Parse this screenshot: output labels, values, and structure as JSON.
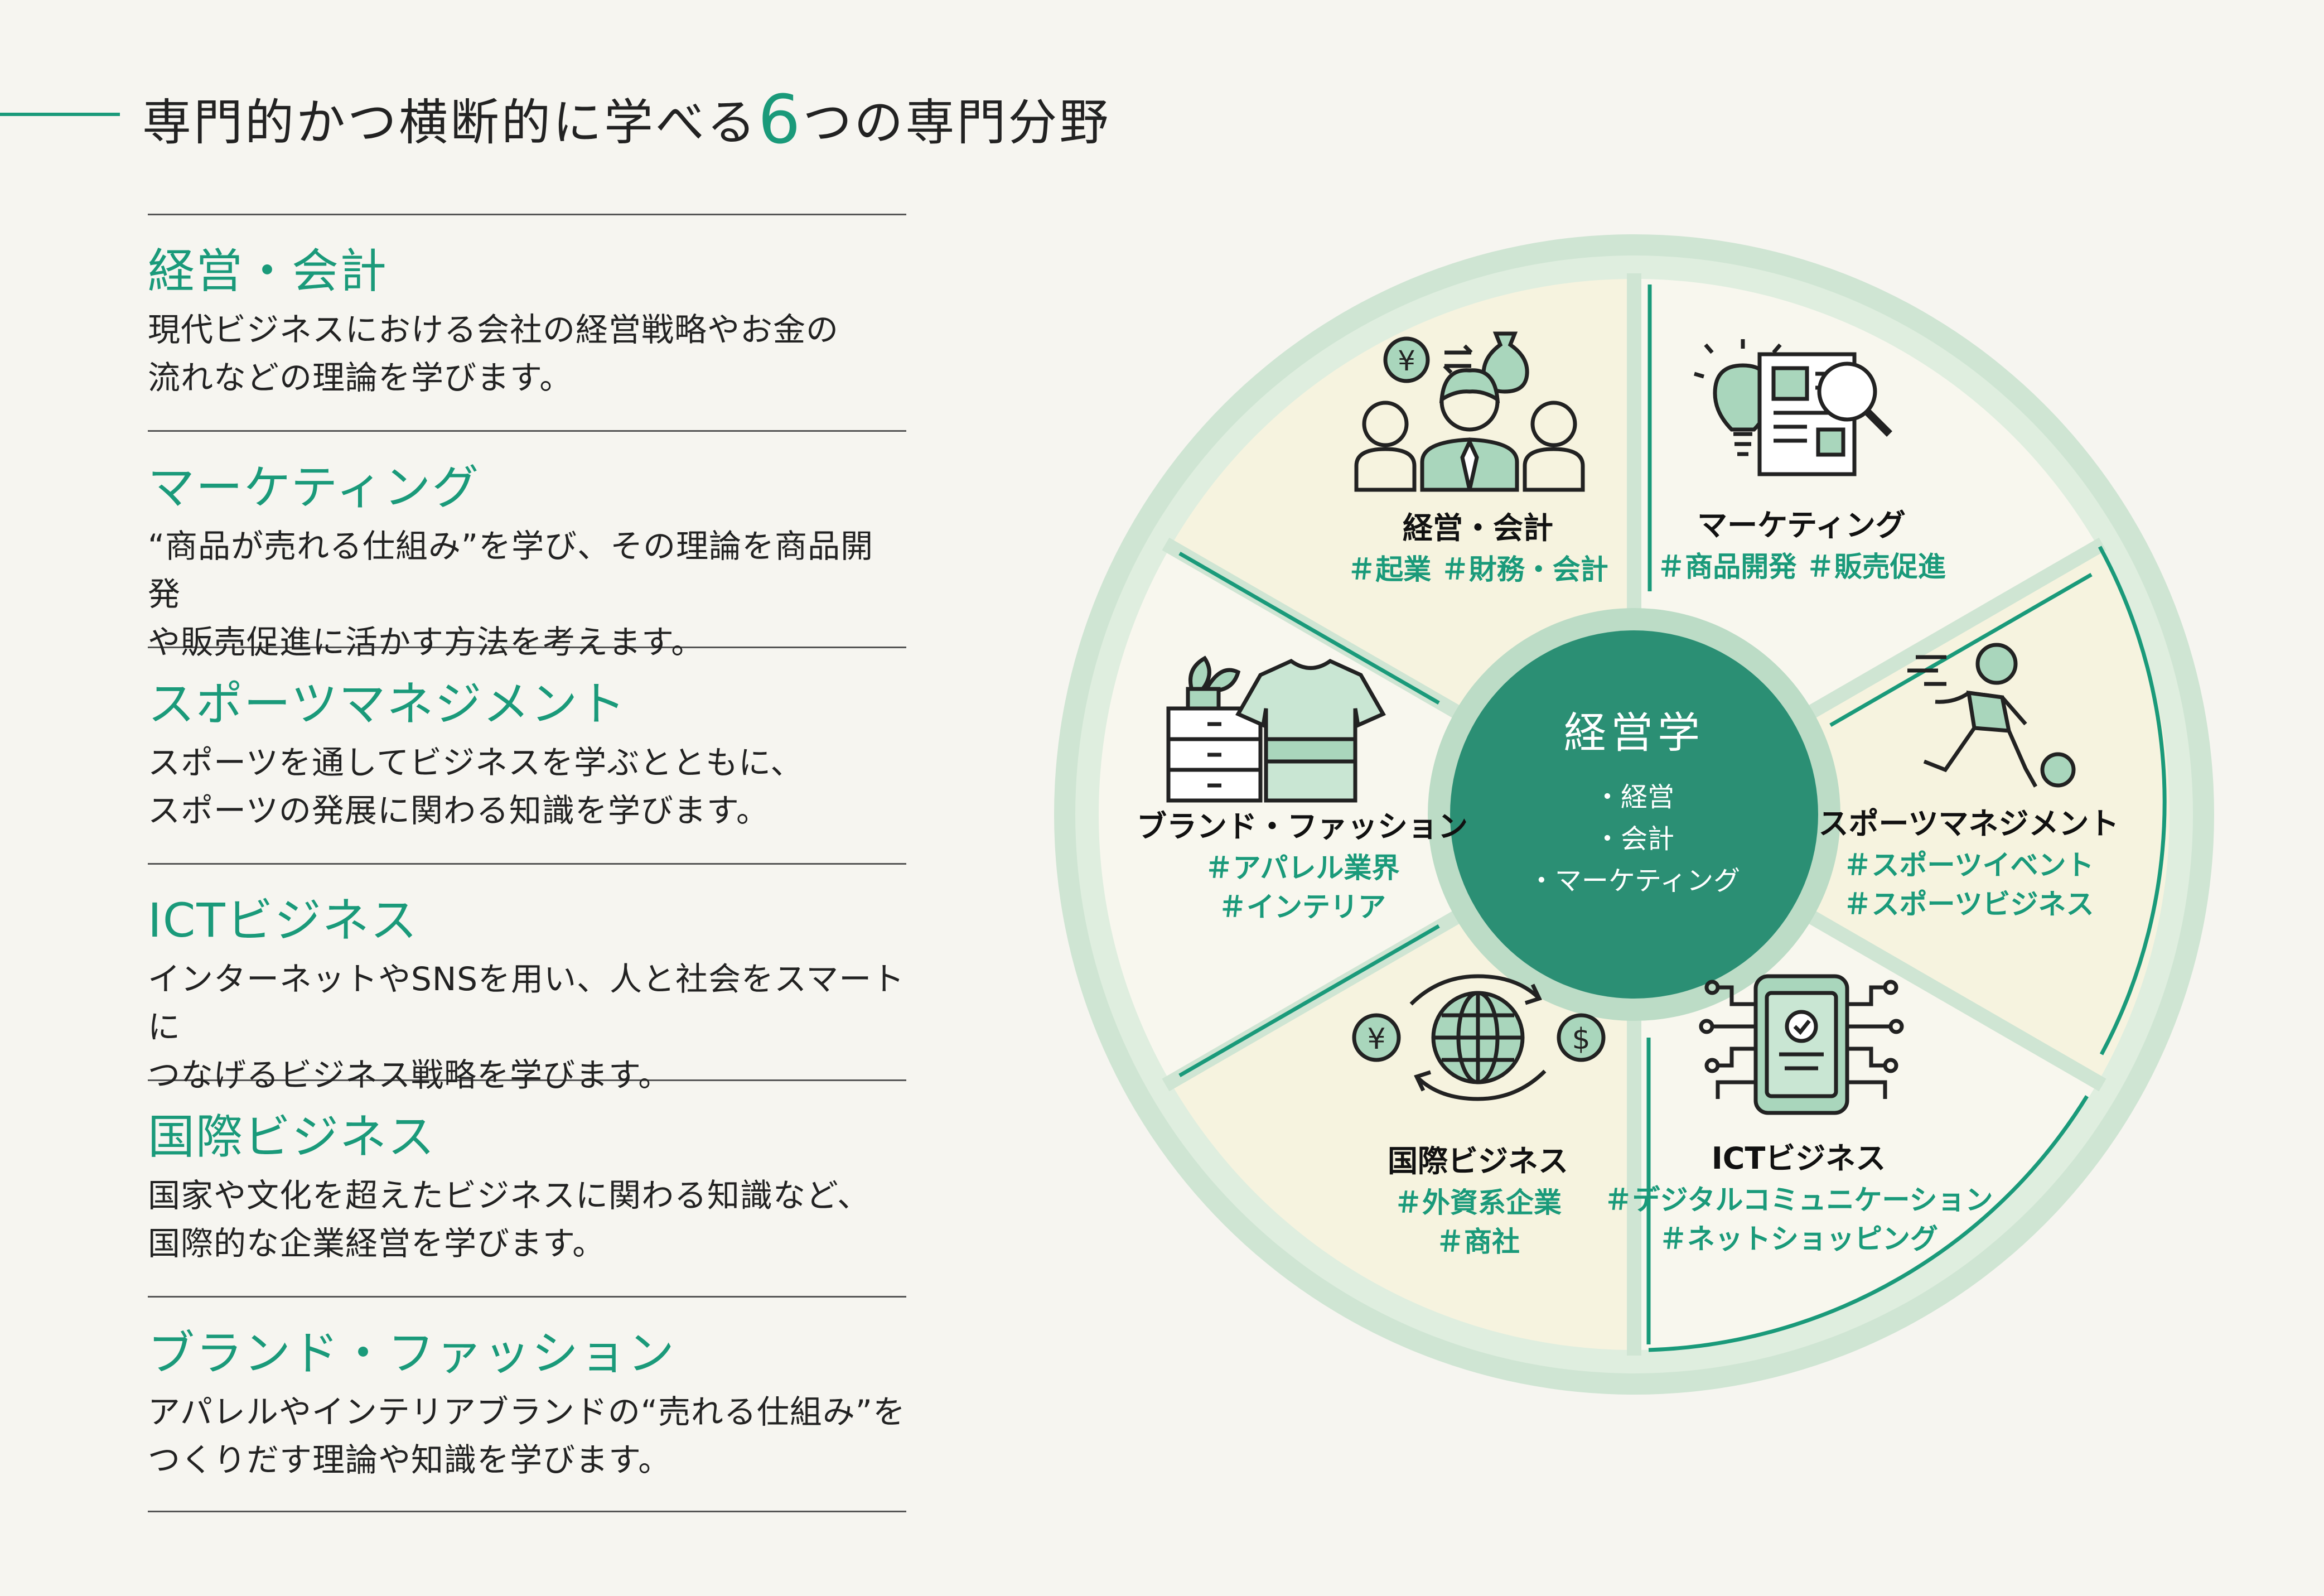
{
  "header": {
    "title_part1": "専門的かつ横断的に学べる",
    "title_number": "6",
    "title_part2": "つの専門分野"
  },
  "fields": [
    {
      "name": "経営・会計",
      "description": "現代ビジネスにおける会社の経営戦略やお金の\n流れなどの理論を学びます。"
    },
    {
      "name": "マーケティング",
      "description": "“商品が売れる仕組み”を学び、その理論を商品開発\nや販売促進に活かす方法を考えます。"
    },
    {
      "name": "スポーツマネジメント",
      "description": "スポーツを通してビジネスを学ぶとともに、\nスポーツの発展に関わる知識を学びます。"
    },
    {
      "name": "ICTビジネス",
      "description": "インターネットやSNSを用い、人と社会をスマートに\nつなげるビジネス戦略を学びます。"
    },
    {
      "name": "国際ビジネス",
      "description": "国家や文化を超えたビジネスに関わる知識など、\n国際的な企業経営を学びます。"
    },
    {
      "name": "ブランド・ファッション",
      "description": "アパレルやインテリアブランドの“売れる仕組み”を\nつくりだす理論や知識を学びます。"
    }
  ],
  "wheel": {
    "center": {
      "title": "経営学",
      "items": [
        "・経営",
        "・会計",
        "・マーケティング"
      ]
    },
    "segments": [
      {
        "label": "経営・会計",
        "tags": [
          "＃起業 ＃財務・会計"
        ],
        "icon": "business-people-icon"
      },
      {
        "label": "マーケティング",
        "tags": [
          "＃商品開発 ＃販売促進"
        ],
        "icon": "idea-research-icon"
      },
      {
        "label": "スポーツマネジメント",
        "tags": [
          "＃スポーツイベント",
          "＃スポーツビジネス"
        ],
        "icon": "soccer-player-icon"
      },
      {
        "label": "ICTビジネス",
        "tags": [
          "＃デジタルコミュニケーション",
          "＃ネットショッピング"
        ],
        "icon": "smartphone-circuit-icon"
      },
      {
        "label": "国際ビジネス",
        "tags": [
          "＃外資系企業",
          "＃商社"
        ],
        "icon": "globe-currency-icon"
      },
      {
        "label": "ブランド・ファッション",
        "tags": [
          "＃アパレル業界",
          "＃インテリア"
        ],
        "icon": "apparel-furniture-icon"
      }
    ],
    "colors": {
      "accent": "#1a9a7a",
      "ring": "#c9e3cf",
      "segment_light": "#f6f4e2",
      "segment_pale": "#f8f7ee",
      "center": "#2b8f74"
    }
  }
}
